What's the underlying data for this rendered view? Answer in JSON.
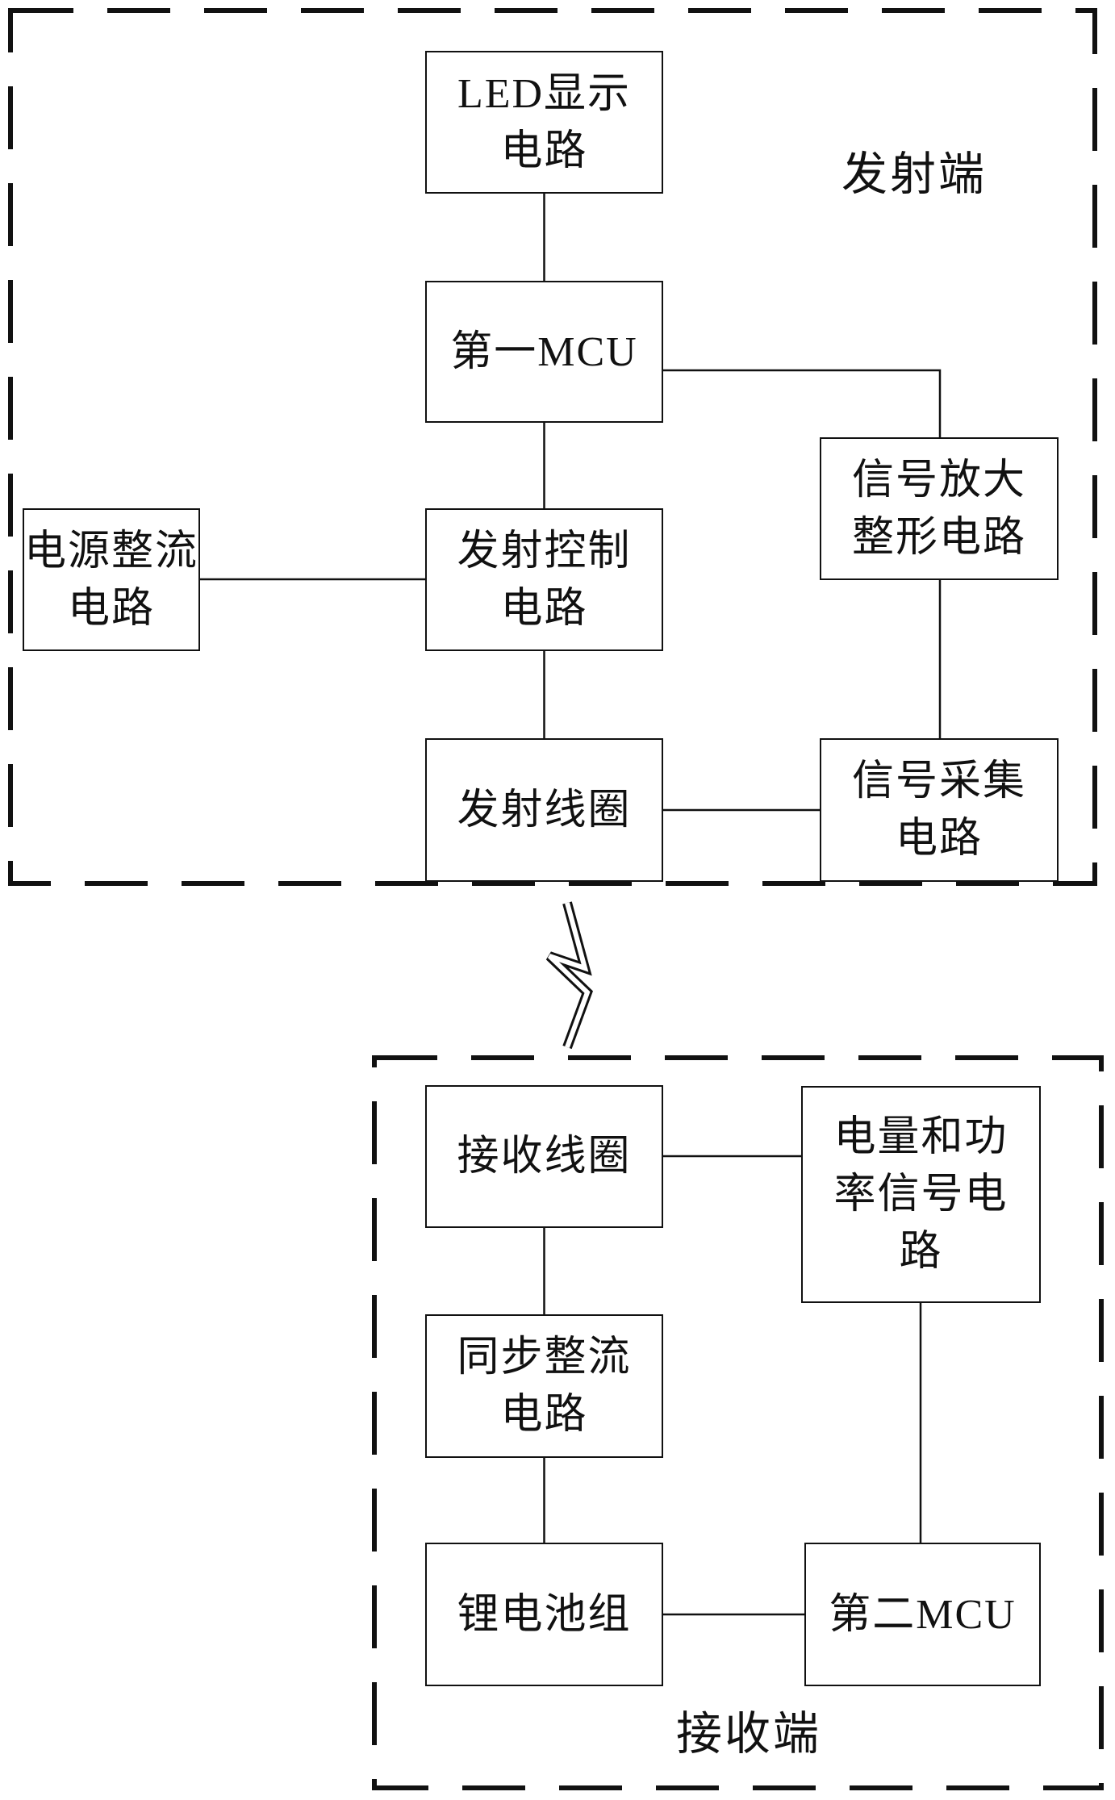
{
  "diagram": {
    "colors": {
      "ink": "#111111",
      "background": "#ffffff"
    },
    "transmitter": {
      "label": "发射端",
      "boxes": {
        "led_display": {
          "lines": [
            "LED显示",
            "电路"
          ]
        },
        "mcu1": {
          "lines": [
            "第一MCU"
          ]
        },
        "power_rectifier": {
          "lines": [
            "电源整流",
            "电路"
          ]
        },
        "tx_control": {
          "lines": [
            "发射控制",
            "电路"
          ]
        },
        "tx_coil": {
          "lines": [
            "发射线圈"
          ]
        },
        "signal_amp": {
          "lines": [
            "信号放大",
            "整形电路"
          ]
        },
        "signal_collect": {
          "lines": [
            "信号采集",
            "电路"
          ]
        }
      }
    },
    "receiver": {
      "label": "接收端",
      "boxes": {
        "rx_coil": {
          "lines": [
            "接收线圈"
          ]
        },
        "power_signal": {
          "lines": [
            "电量和功",
            "率信号电",
            "路"
          ]
        },
        "sync_rectifier": {
          "lines": [
            "同步整流",
            "电路"
          ]
        },
        "battery": {
          "lines": [
            "锂电池组"
          ]
        },
        "mcu2": {
          "lines": [
            "第二MCU"
          ]
        }
      }
    }
  }
}
